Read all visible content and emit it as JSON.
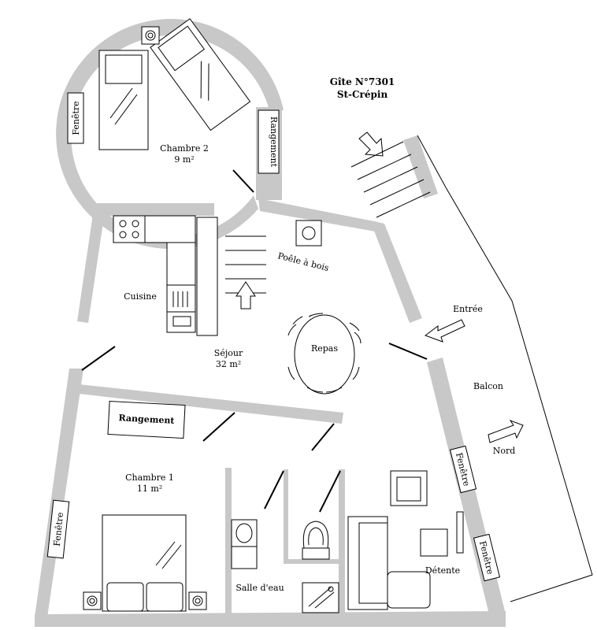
{
  "title": {
    "line1": "Gîte N°7301",
    "line2": "St-Crépin"
  },
  "rooms": {
    "chambre2": {
      "name": "Chambre 2",
      "area": "9 m²"
    },
    "cuisine": {
      "name": "Cuisine"
    },
    "sejour": {
      "name": "Séjour",
      "area": "32 m²"
    },
    "repas": {
      "name": "Repas"
    },
    "chambre1": {
      "name": "Chambre 1",
      "area": "11 m²"
    },
    "salle_eau": {
      "name": "Salle d'eau"
    },
    "detente": {
      "name": "Détente"
    },
    "balcon": {
      "name": "Balcon"
    }
  },
  "labels": {
    "rangement_top": "Rangement",
    "rangement_bottom": "Rangement",
    "poele": "Poêle à bois",
    "entree": "Entrée",
    "nord": "Nord",
    "fenetre": "Fenêtre"
  },
  "colors": {
    "wall": "#c8c8c8",
    "line": "#000000"
  }
}
